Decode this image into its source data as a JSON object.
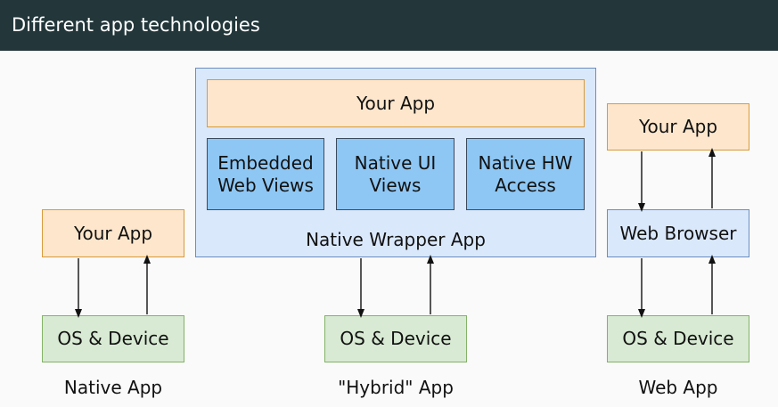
{
  "header": {
    "title": "Different app technologies"
  },
  "native": {
    "app_label": "Your App",
    "device_label": "OS & Device",
    "caption": "Native App"
  },
  "hybrid": {
    "wrapper_label": "Native Wrapper App",
    "app_label": "Your App",
    "embedded_line1": "Embedded",
    "embedded_line2": "Web Views",
    "nativeui_line1": "Native UI",
    "nativeui_line2": "Views",
    "nativehw_line1": "Native HW",
    "nativehw_line2": "Access",
    "device_label": "OS & Device",
    "caption": "\"Hybrid\" App"
  },
  "web": {
    "app_label": "Your App",
    "browser_label": "Web Browser",
    "device_label": "OS & Device",
    "caption": "Web App"
  }
}
